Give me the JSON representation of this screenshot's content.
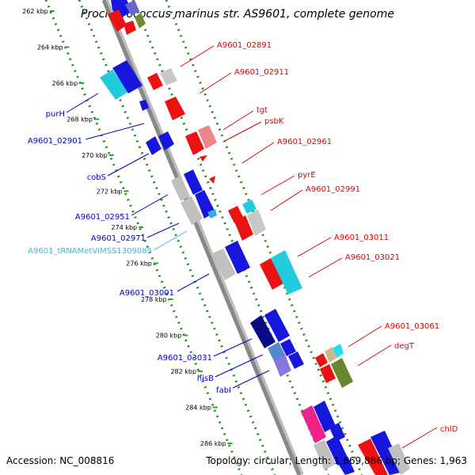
{
  "title": "Prochlorococcus marinus str. AS9601, complete genome",
  "footer": {
    "accession": "Accession: NC_008816",
    "topology": "Topology: circular; Length: 1,669,886 bp; Genes: 1,963"
  },
  "ticks": [
    "262 kbp",
    "264 kbp",
    "266 kbp",
    "268 kbp",
    "270 kbp",
    "272 kbp",
    "274 kbp",
    "276 kbp",
    "278 kbp",
    "280 kbp",
    "282 kbp",
    "284 kbp",
    "286 kbp"
  ],
  "labels_left": [
    {
      "text": "purH",
      "color": "#0000cc"
    },
    {
      "text": "A9601_02901",
      "color": "#0000cc"
    },
    {
      "text": "cobS",
      "color": "#0000cc"
    },
    {
      "text": "A9601_02951",
      "color": "#0000cc"
    },
    {
      "text": "A9601_02971",
      "color": "#0000cc"
    },
    {
      "text": "A9601_tRNAMetVIMSS1309085",
      "color": "#33bbee"
    },
    {
      "text": "A9601_03001",
      "color": "#0000cc"
    },
    {
      "text": "A9601_03031",
      "color": "#0000cc"
    },
    {
      "text": "hisB",
      "color": "#0000cc"
    },
    {
      "text": "fabI",
      "color": "#0000cc"
    }
  ],
  "labels_right": [
    {
      "text": "A9601_02891",
      "color": "#dd0000"
    },
    {
      "text": "A9601_02911",
      "color": "#dd0000"
    },
    {
      "text": "tgt",
      "color": "#dd0000"
    },
    {
      "text": "psbK",
      "color": "#dd0000"
    },
    {
      "text": "A9601_02961",
      "color": "#dd0000"
    },
    {
      "text": "pyrE",
      "color": "#dd0000"
    },
    {
      "text": "A9601_02991",
      "color": "#dd0000"
    },
    {
      "text": "A9601_03011",
      "color": "#dd0000"
    },
    {
      "text": "A9601_03021",
      "color": "#dd0000"
    },
    {
      "text": "A9601_03061",
      "color": "#dd0000"
    },
    {
      "text": "degT",
      "color": "#dd0000"
    },
    {
      "text": "chlD",
      "color": "#dd0000"
    }
  ],
  "colors": {
    "forward": "#1111dd",
    "reverse": "#ee1111",
    "backbone": "#8a8a8a",
    "dots": "#228822",
    "tick": "#22aa22"
  }
}
